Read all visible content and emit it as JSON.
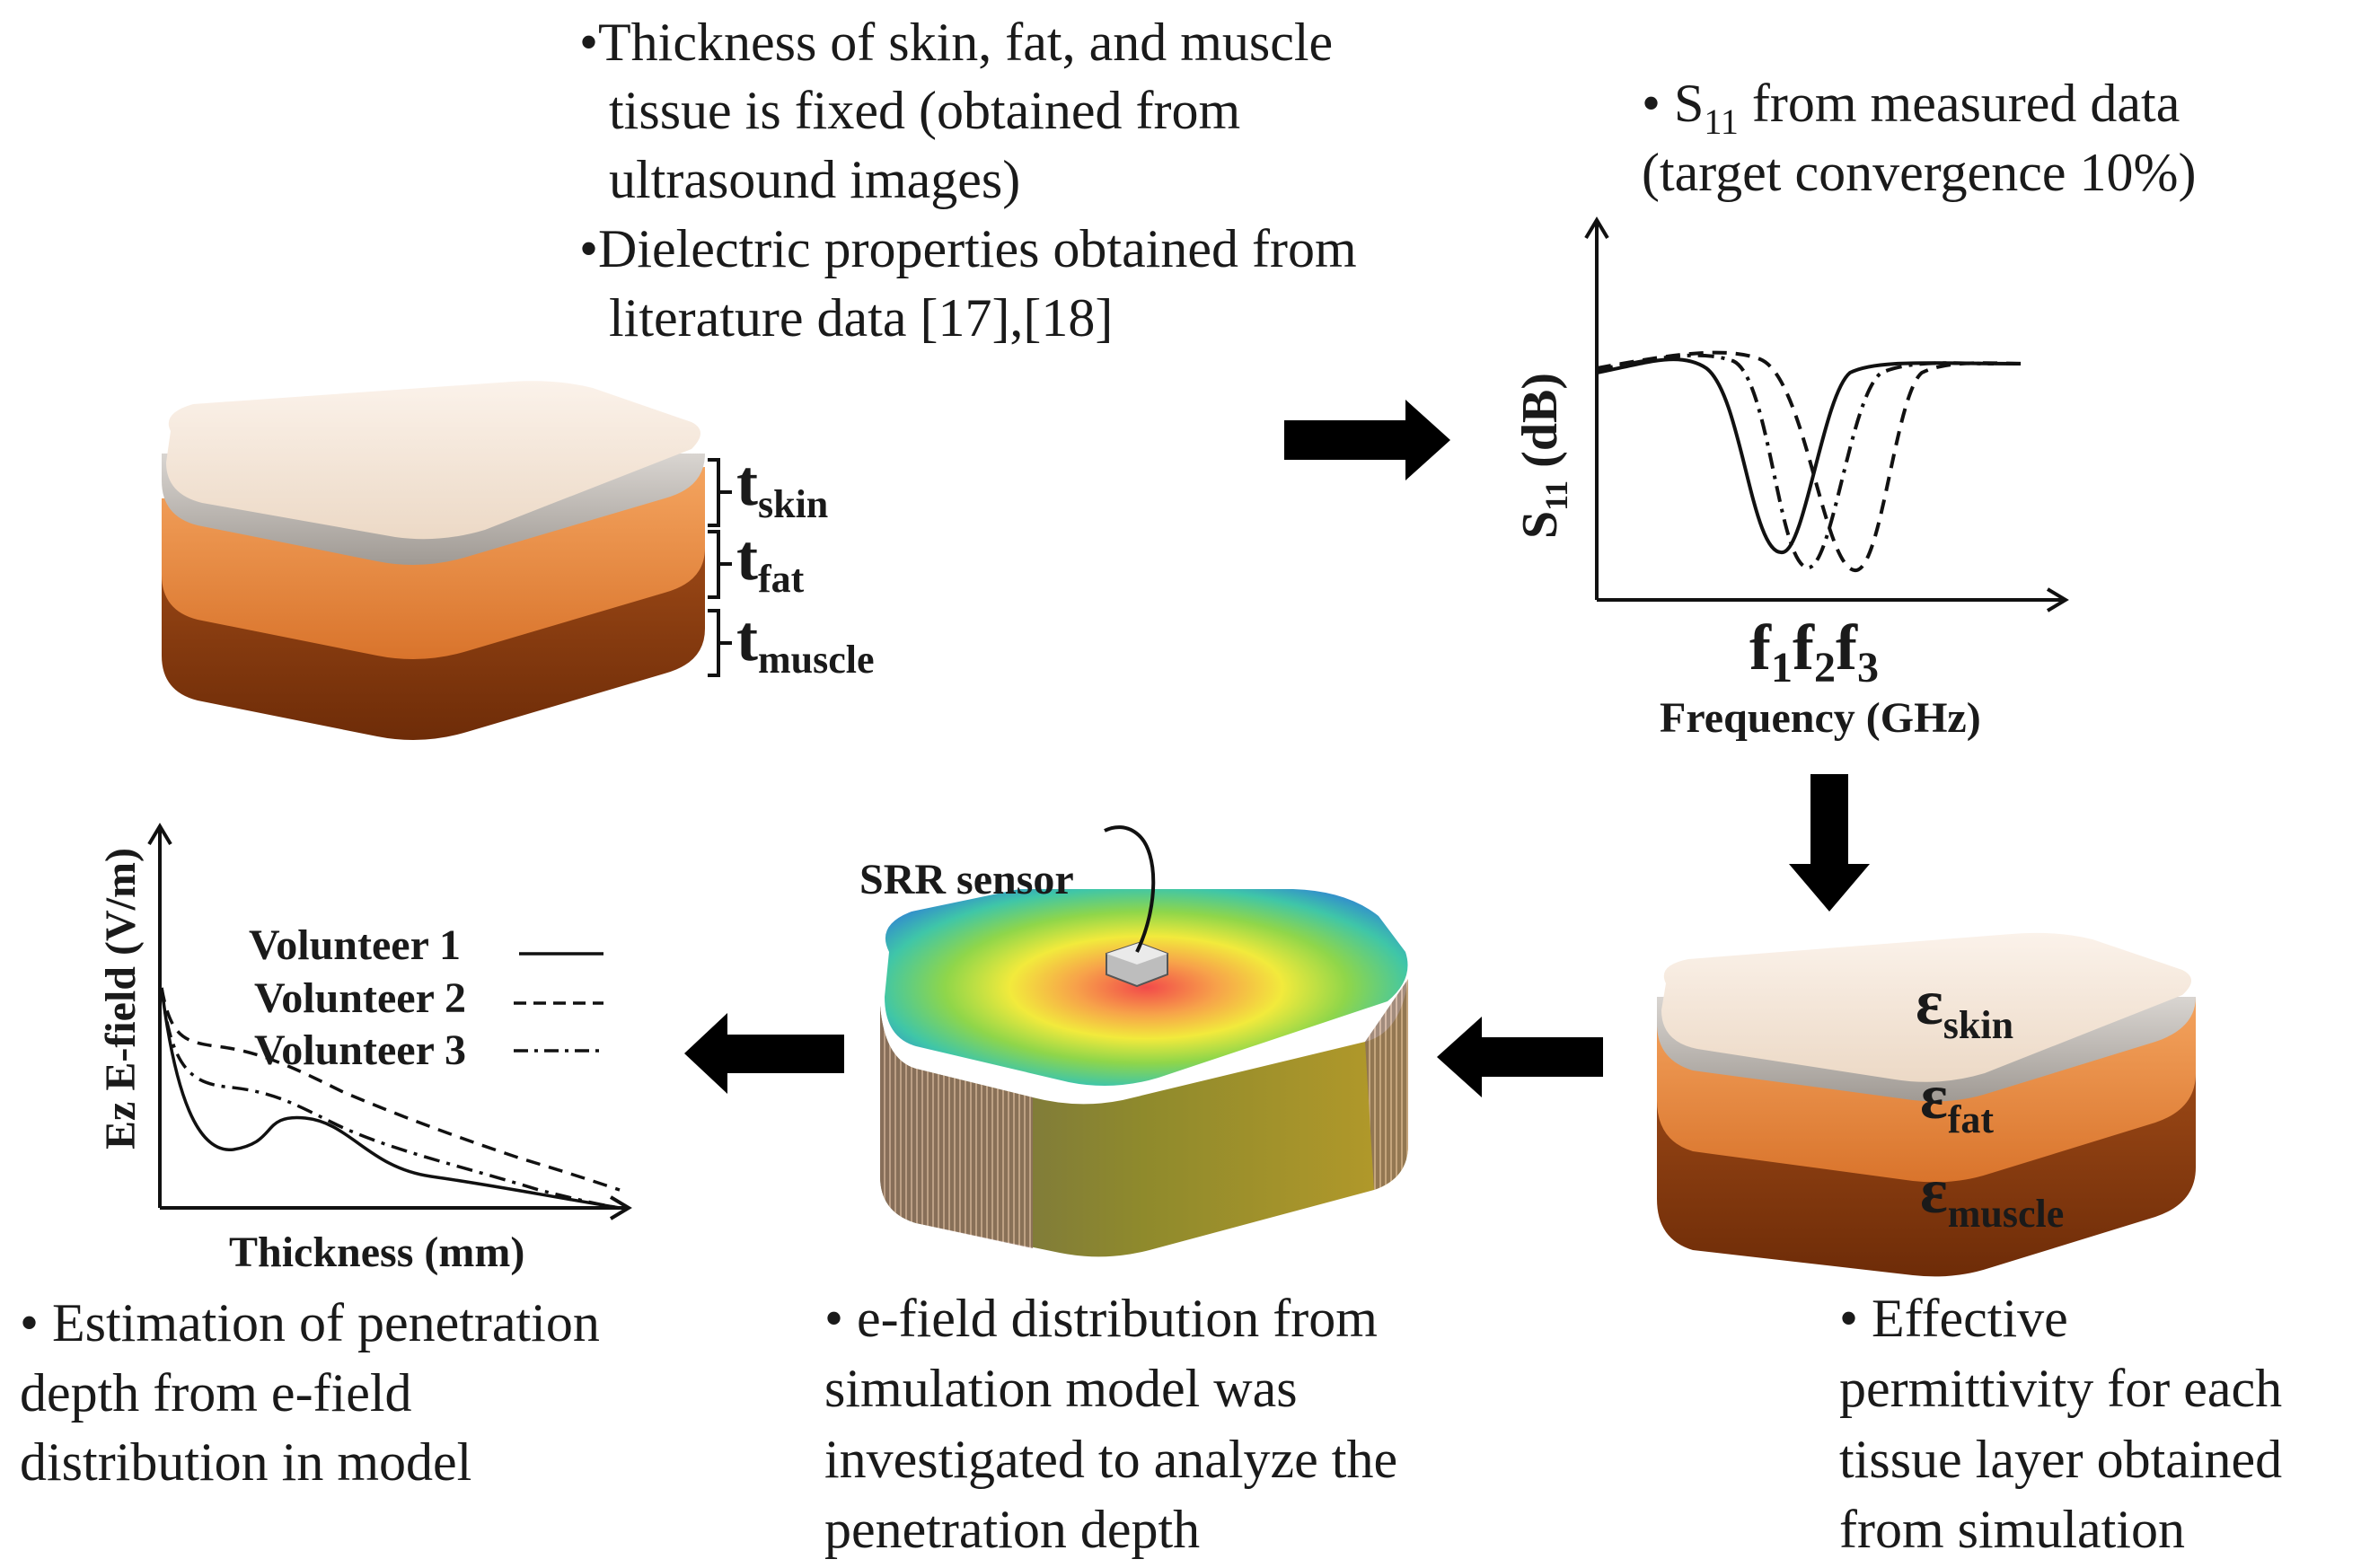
{
  "top_bullets": {
    "b1": [
      "•Thickness of  skin, fat, and muscle",
      "tissue is fixed (obtained from",
      "ultrasound images)"
    ],
    "b2": [
      "•Dielectric properties  obtained from",
      "literature data [17],[18]"
    ]
  },
  "s11_note": {
    "line1_prefix": "• S",
    "line1_sub": "11",
    "line1_suffix": " from measured data",
    "line2": "(target convergence 10%)"
  },
  "tissue_block": {
    "label_t": "t",
    "skin_sub": "skin",
    "fat_sub": "fat",
    "muscle_sub": "muscle"
  },
  "s11_plot": {
    "ylabel_main": "S",
    "ylabel_sub": "11",
    "ylabel_unit": " (dB)",
    "f_char": "f",
    "f1_sub": "1",
    "f2_sub": "2",
    "f3_sub": "3",
    "xlabel": "Frequency (GHz)"
  },
  "efield_plot": {
    "ylabel": "Ez  E-field (V/m)",
    "xlabel": "Thickness (mm)",
    "legend": [
      "Volunteer 1",
      "Volunteer 2",
      "Volunteer 3"
    ]
  },
  "sensor_label": "SRR sensor",
  "perm_block": {
    "eps": "ε",
    "skin_sub": "skin",
    "fat_sub": "fat",
    "muscle_sub": "muscle"
  },
  "captions": {
    "penetration": [
      "• Estimation of penetration",
      "depth          from          e-field",
      "distribution in model"
    ],
    "efield": [
      "• e-field        distribution        from",
      "simulation          model          was",
      "investigated    to    analyze    the",
      "penetration depth"
    ],
    "permittivity": [
      "• Effective",
      "permittivity  for  each",
      "tissue layer obtained",
      "from simulation"
    ]
  },
  "colors": {
    "skin": "#f3e3d4",
    "fat": "#e8873a",
    "muscle": "#8a3c10",
    "arrow": "#000000"
  }
}
